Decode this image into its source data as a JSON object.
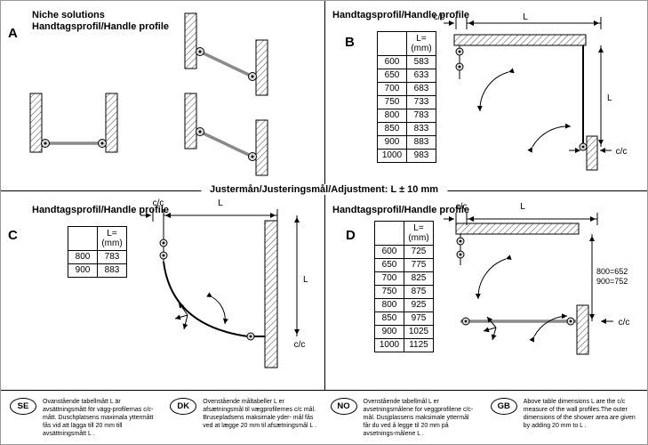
{
  "adjustment_note": "Justermån/Justeringsmål/Adjustment: L ± 10 mm",
  "sections": {
    "a": {
      "heading_line1": "Niche solutions",
      "heading_line2": "Handtagsprofil/Handle profile",
      "letter": "A"
    },
    "b": {
      "heading": "Handtagsprofil/Handle profile",
      "letter": "B",
      "labels": {
        "cc": "c/c",
        "l": "L"
      },
      "table": {
        "header_l": "L=",
        "header_mm": "(mm)",
        "rows": [
          {
            "size": "600",
            "l": "583"
          },
          {
            "size": "650",
            "l": "633"
          },
          {
            "size": "700",
            "l": "683"
          },
          {
            "size": "750",
            "l": "733"
          },
          {
            "size": "800",
            "l": "783"
          },
          {
            "size": "850",
            "l": "833"
          },
          {
            "size": "900",
            "l": "883"
          },
          {
            "size": "1000",
            "l": "983"
          }
        ]
      }
    },
    "c": {
      "heading": "Handtagsprofil/Handle profile",
      "letter": "C",
      "labels": {
        "cc": "c/c",
        "l": "L"
      },
      "table": {
        "header_l": "L=",
        "header_mm": "(mm)",
        "rows": [
          {
            "size": "800",
            "l": "783"
          },
          {
            "size": "900",
            "l": "883"
          }
        ]
      }
    },
    "d": {
      "heading": "Handtagsprofil/Handle profile",
      "letter": "D",
      "labels": {
        "cc": "c/c",
        "l": "L"
      },
      "annotation": {
        "line1": "800=652",
        "line2": "900=752"
      },
      "table": {
        "header_l": "L=",
        "header_mm": "(mm)",
        "rows": [
          {
            "size": "600",
            "l": "725"
          },
          {
            "size": "650",
            "l": "775"
          },
          {
            "size": "700",
            "l": "825"
          },
          {
            "size": "750",
            "l": "875"
          },
          {
            "size": "800",
            "l": "925"
          },
          {
            "size": "850",
            "l": "975"
          },
          {
            "size": "900",
            "l": "1025"
          },
          {
            "size": "1000",
            "l": "1125"
          }
        ]
      }
    }
  },
  "footer": {
    "items": [
      {
        "badge": "SE",
        "text": "Ovanstående tabellmått L är avsättningsmått för vägg-profilernas c/c-mått. Duschplatsens maximala yttermått fås vid att lägga till 20 mm till avsättningsmått L ."
      },
      {
        "badge": "DK",
        "text": "Ovenstående måltabeller L er afsætningsmål til vægprofilernes c/c mål. Brusepladsens maksimale yder- mål fås ved at lægge 20 mm til afsætningsmål L ."
      },
      {
        "badge": "NO",
        "text": "Ovenstående tabellmål L er avsetningsmålene for veggprofilene c/c- mål. Dusjplassens maksimale yttermål får du ved å legge til 20 mm på avsetnings-målene L ."
      },
      {
        "badge": "GB",
        "text": "Above table dimensions L are the c/c measure of the wall profiles.The outer dimensions of the shower area are given by adding 20 mm to L ."
      }
    ]
  }
}
